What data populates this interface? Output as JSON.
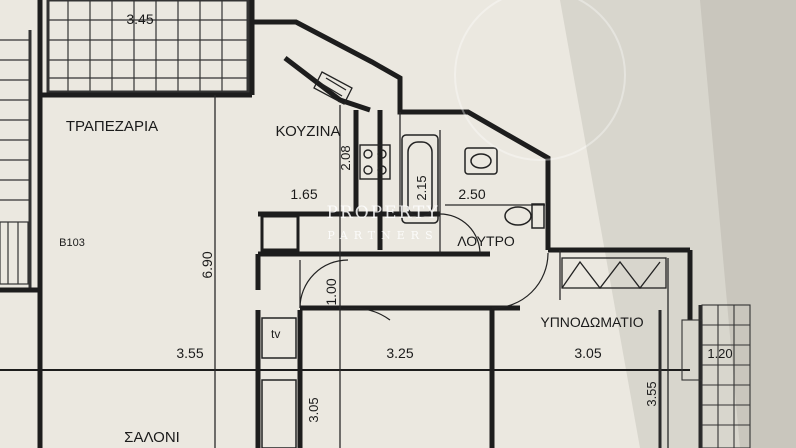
{
  "rooms": {
    "dining": "ΤΡΑΠΕΖΑΡΙΑ",
    "kitchen": "ΚΟΥΖΙΝΑ",
    "bathroom": "ΛΟΥΤΡΟ",
    "bedroom": "ΥΠΝΟΔΩΜΑΤΙΟ",
    "living": "ΣΑΛΟΝΙ"
  },
  "dimensions": {
    "top_balcony": "3.45",
    "kitchen_height": "2.08",
    "kitchen_width": "1.65",
    "bath_height": "2.15",
    "bath_width": "2.50",
    "dining_height": "6.90",
    "hall_width": "1.00",
    "living_width": "3.55",
    "center_width": "3.25",
    "bedroom_width": "3.05",
    "right_balcony": "1.20",
    "bedroom_height": "3.55",
    "lower_height": "3.05"
  },
  "tags": {
    "room_code": "Β103",
    "tv": "tv"
  },
  "watermark": {
    "line1": "PROPERTY",
    "line2": "PARTNERS"
  }
}
